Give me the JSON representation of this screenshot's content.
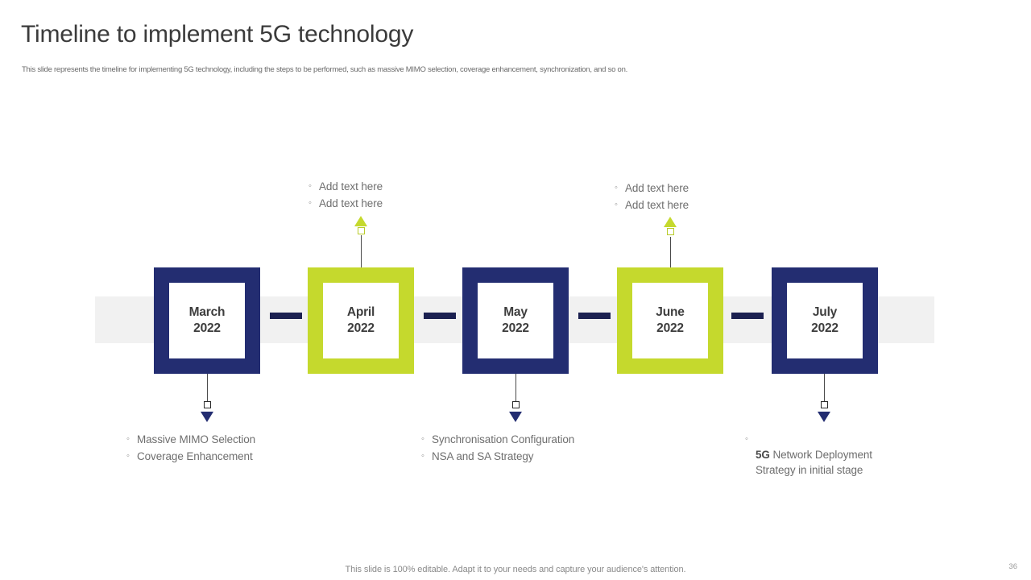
{
  "slide": {
    "title": "Timeline to implement 5G technology",
    "subtitle": "This slide represents the timeline for implementing 5G technology, including the steps to be performed, such as massive MIMO  selection, coverage enhancement, synchronization, and so on.",
    "footer_note": "This slide is 100% editable. Adapt it to your needs and capture your audience's attention.",
    "page_number": "36"
  },
  "colors": {
    "navy": "#232d71",
    "green": "#c5d92d",
    "band_gray": "#f1f1f1",
    "dash_navy": "#1b2050",
    "text_gray": "#6e6e6e"
  },
  "milestones": [
    {
      "month": "March",
      "year": "2022",
      "color": "navy"
    },
    {
      "month": "April",
      "year": "2022",
      "color": "green"
    },
    {
      "month": "May",
      "year": "2022",
      "color": "navy"
    },
    {
      "month": "June",
      "year": "2022",
      "color": "green"
    },
    {
      "month": "July",
      "year": "2022",
      "color": "navy"
    }
  ],
  "callouts_top": [
    {
      "anchor": "April 2022",
      "bullets": [
        "Add text here",
        "Add text here"
      ]
    },
    {
      "anchor": "June 2022",
      "bullets": [
        "Add text here",
        "Add text here"
      ]
    }
  ],
  "callouts_bottom": [
    {
      "anchor": "March 2022",
      "bullets": [
        "Massive MIMO  Selection",
        "Coverage Enhancement"
      ]
    },
    {
      "anchor": "May 2022",
      "bullets": [
        "Synchronisation  Configuration",
        "NSA and SA Strategy"
      ]
    },
    {
      "anchor": "July 2022",
      "bullets_rich": [
        {
          "bold": "5G",
          "rest": " Network Deployment\nStrategy in initial stage"
        }
      ]
    }
  ],
  "bullet_marker": "circle-bullet-icon"
}
